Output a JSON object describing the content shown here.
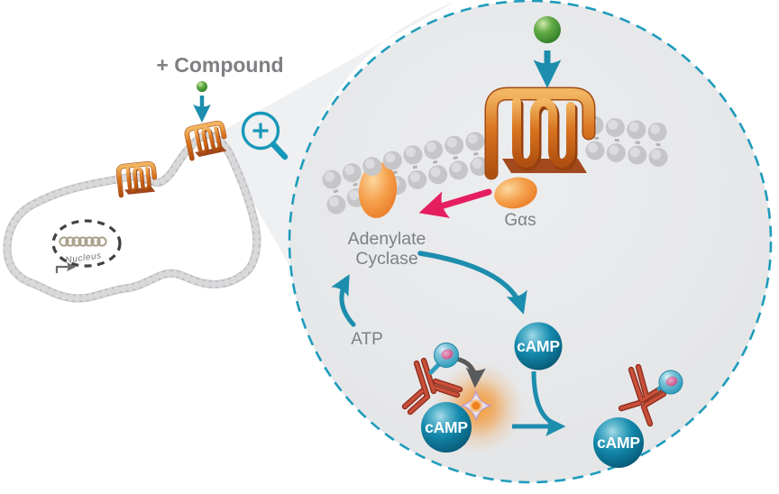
{
  "diagram": {
    "labels": {
      "compound": "+ Compound",
      "nucleus": "Nucleus",
      "g_alpha_s": "Gαs",
      "adenylate_cyclase_line1": "Adenylate",
      "adenylate_cyclase_line2": "Cyclase",
      "atp": "ATP",
      "camp": "cAMP"
    },
    "icons": {
      "zoom_icon": "magnifier-plus",
      "ligand": "green-sphere",
      "receptor": "orange-gpcr-coil",
      "antibody": "red-y-antibody",
      "donor_bead": "teal-bead-pink-core",
      "acceptor_bead": "purple-star-orange-core",
      "nucleus_icon": "dashed-ellipse-dna-coil",
      "promoter_icon": "transcription-arrow"
    },
    "colors": {
      "accent_teal": "#1d8dad",
      "dashed_circle_teal": "#1f9cbc",
      "orange_protein": "#ef8a2e",
      "receptor_orange": "#d9741f",
      "activation_pink": "#e51f5f",
      "antibody_red": "#c8503a",
      "ligand_green": "#4aa03c",
      "camp_teal": "#0f84a6",
      "label_gray": "#7e8083",
      "membrane_gray": "#c6c6c8",
      "glow_orange": "#f48c20"
    }
  }
}
